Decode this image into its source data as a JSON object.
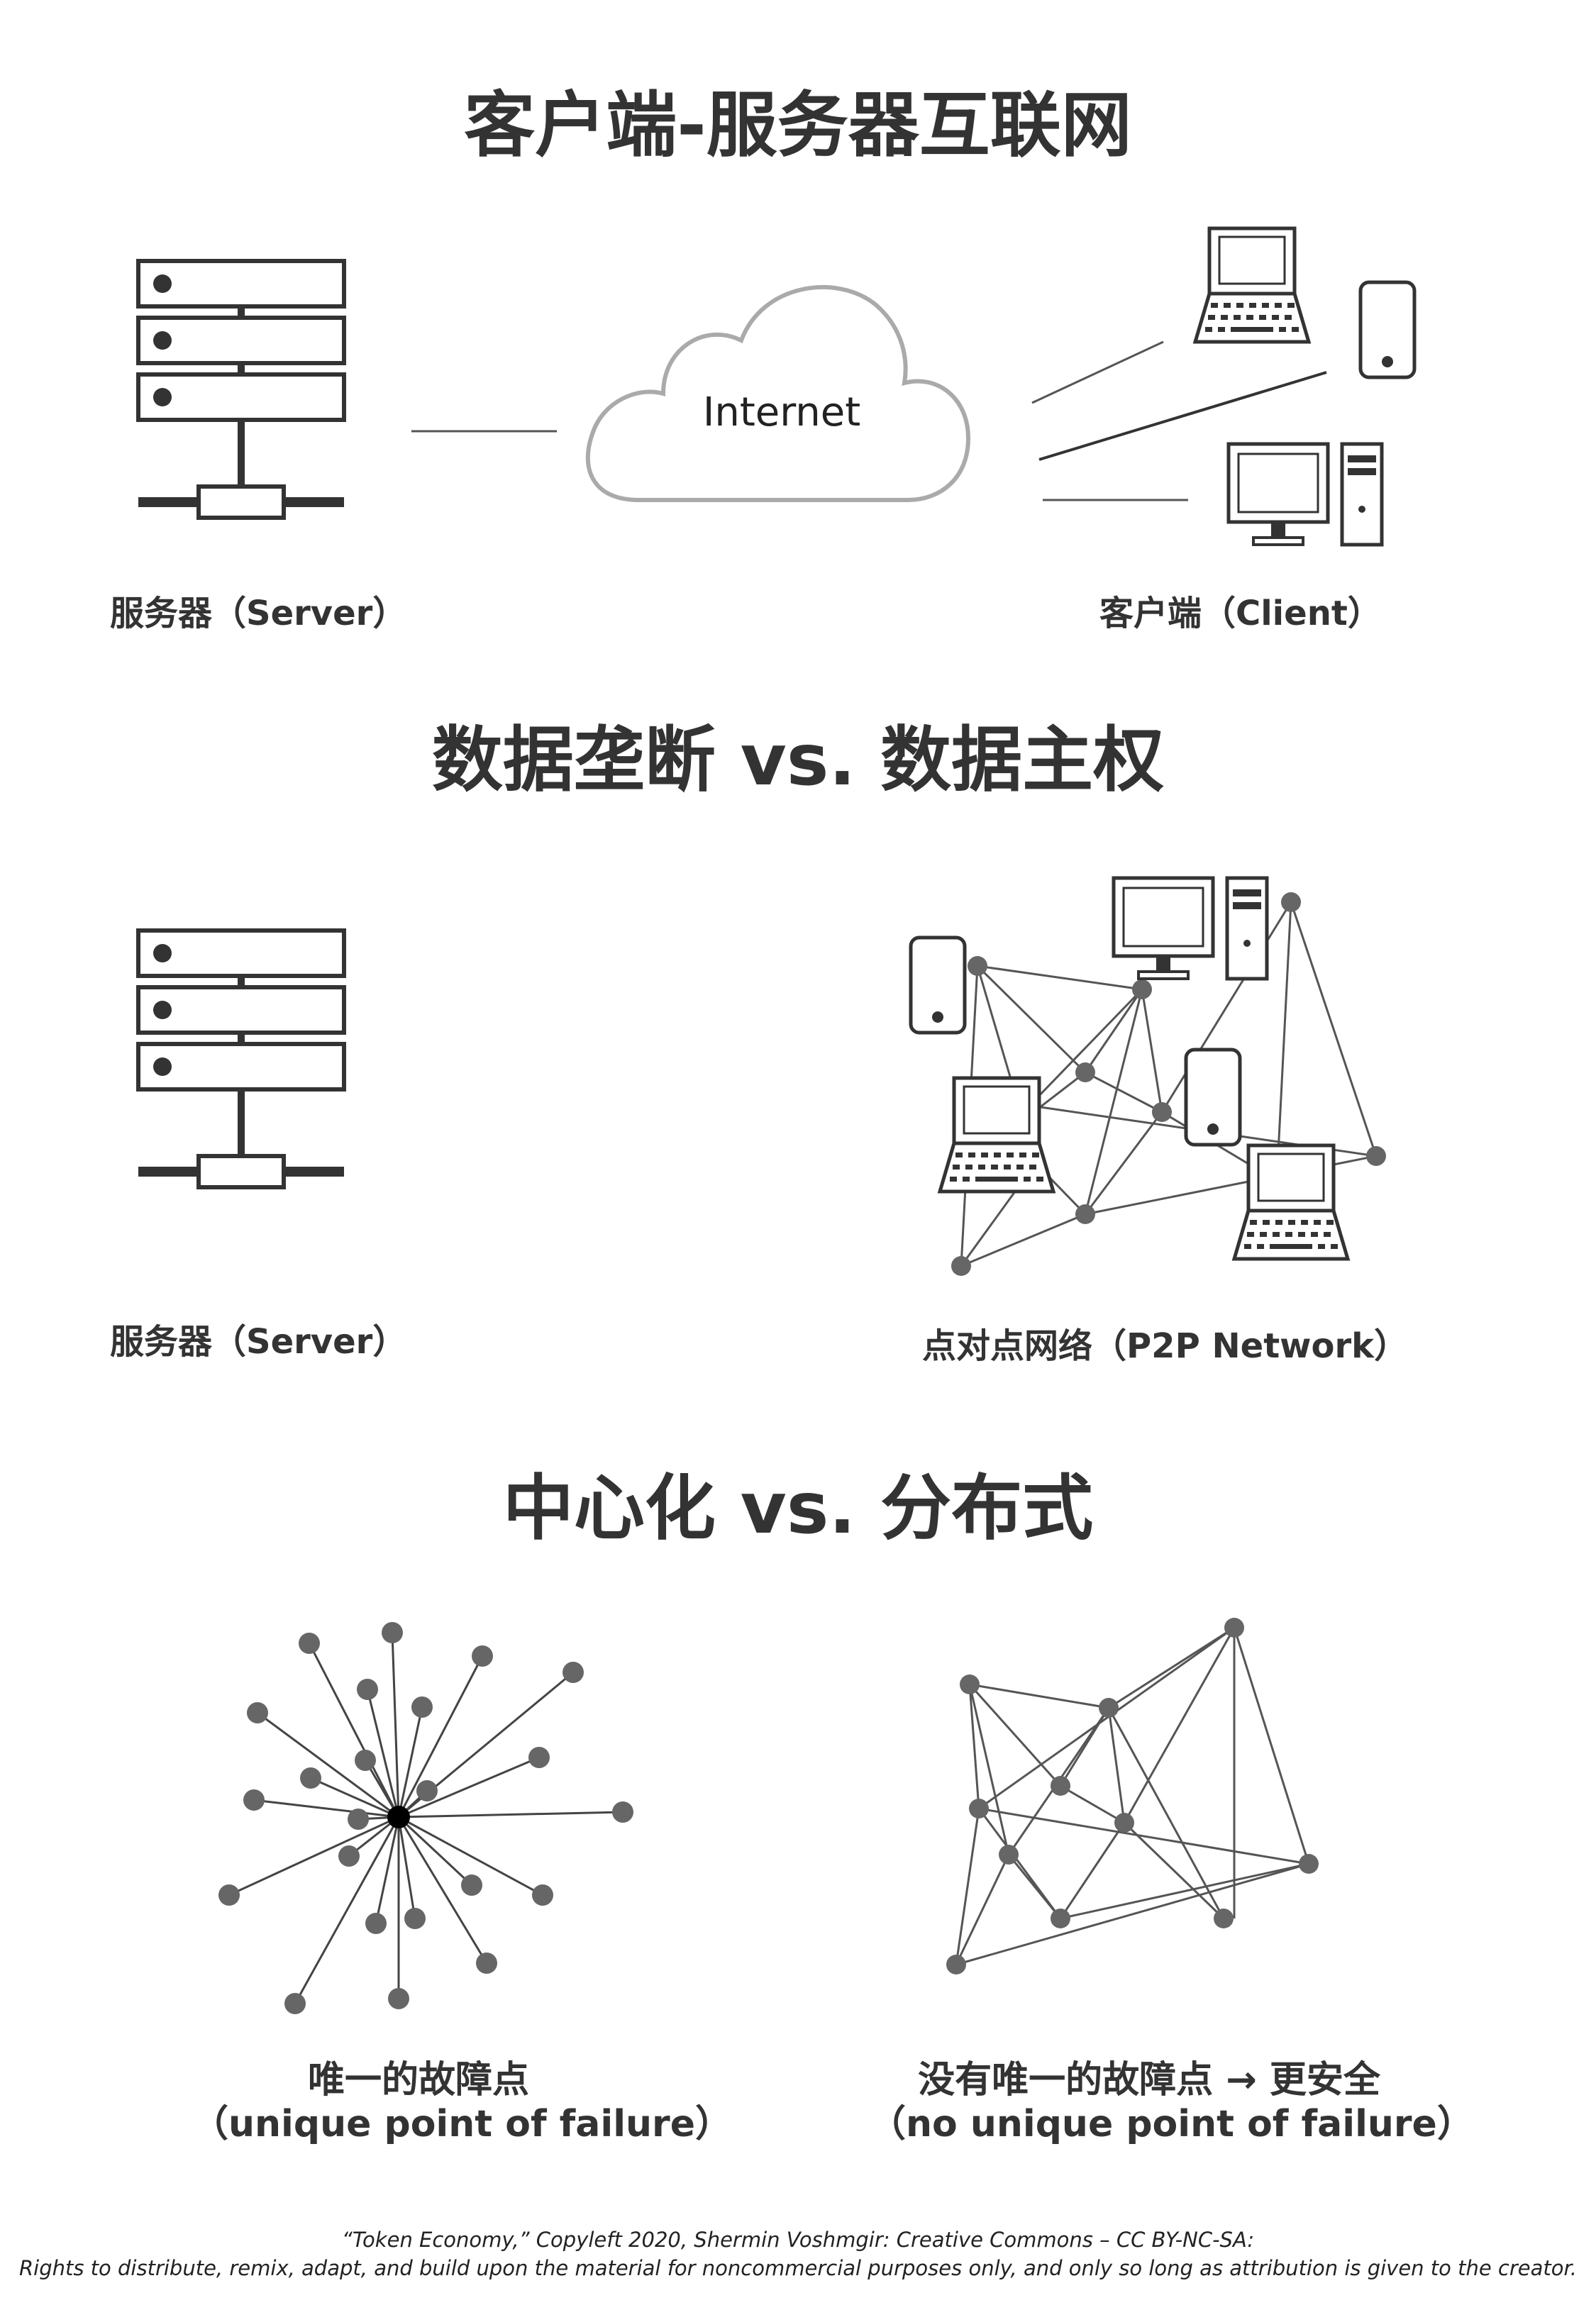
{
  "section1": {
    "title": "客户端-服务器互联网",
    "cloud_label": "Internet",
    "server_caption": "服务器（Server）",
    "client_caption": "客户端（Client）"
  },
  "section2": {
    "title": "数据垄断 vs. 数据主权",
    "server_caption": "服务器（Server）",
    "p2p_caption": "点对点网络（P2P Network）"
  },
  "section3": {
    "title": "中心化 vs. 分布式",
    "left_caption_line1": "唯一的故障点",
    "left_caption_line2": "（unique point of failure）",
    "right_caption_line1": "没有唯一的故障点 → 更安全",
    "right_caption_line2": "（no unique point of failure）"
  },
  "footer": {
    "line1": "“Token Economy,” Copyleft 2020, Shermin Voshmgir: Creative Commons – CC BY-NC-SA:",
    "line2": "Rights to distribute, remix, adapt, and build upon the material  for noncommercial purposes only, and only so long as attribution is given to the creator."
  },
  "colors": {
    "text": "#333333",
    "node": "#666666",
    "hub": "#000000",
    "line": "#555555",
    "cloud": "#aaaaaa"
  },
  "icons": [
    "server-icon",
    "cloud-icon",
    "laptop-icon",
    "phone-icon",
    "desktop-icon"
  ]
}
